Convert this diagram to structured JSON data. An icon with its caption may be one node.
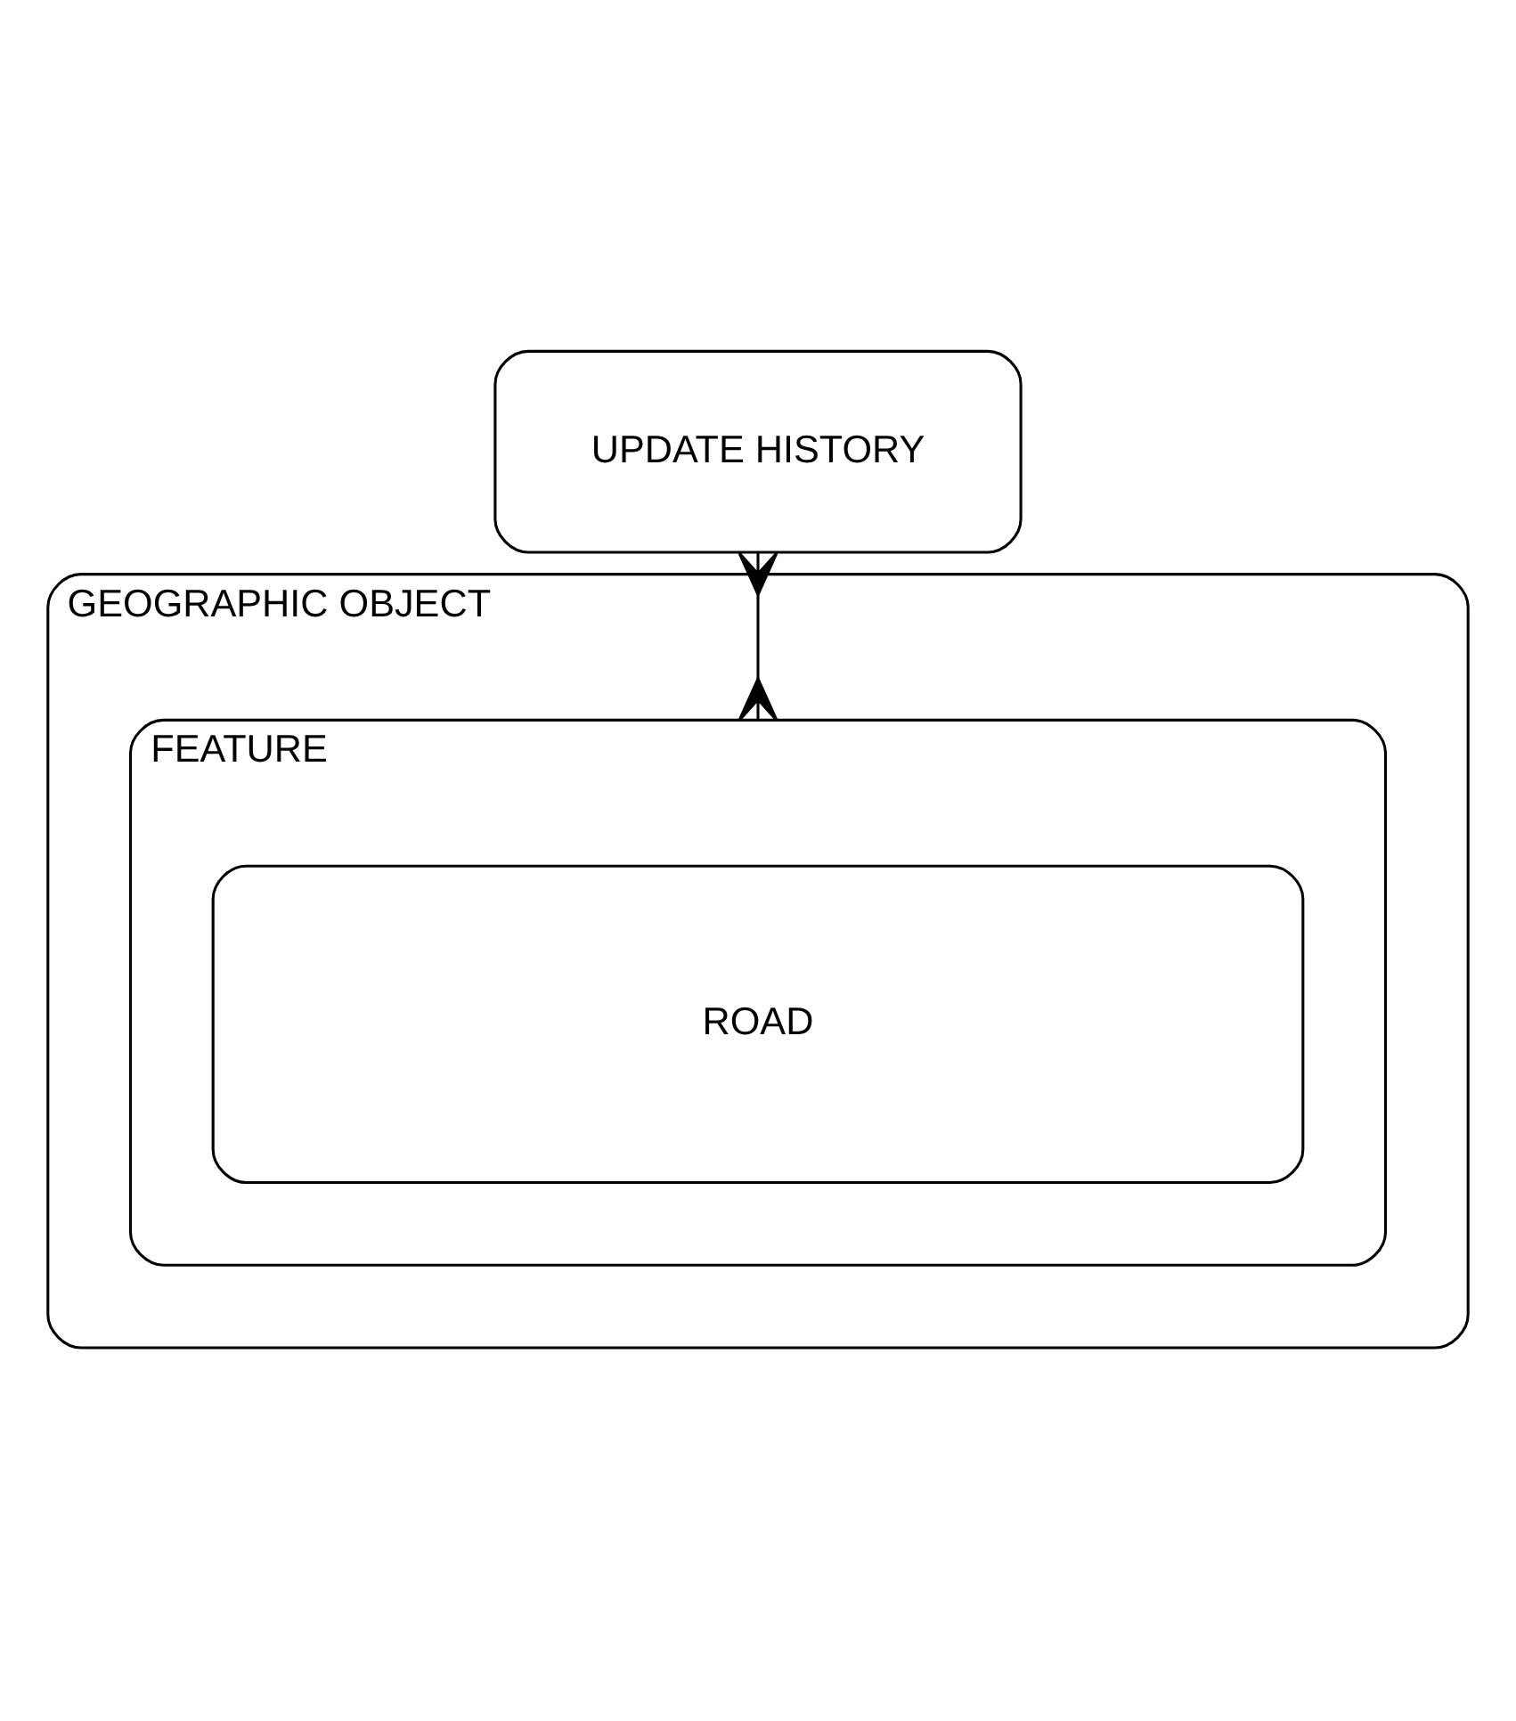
{
  "diagram": {
    "nodes": [
      {
        "text": [
          "UPDATE HISTORY"
        ]
      },
      {
        "text": [
          "GEOGRAPHIC OBJECT"
        ]
      },
      {
        "text": [
          "FEATURE"
        ],
        "in": 1
      },
      {
        "text": [
          "ROAD"
        ],
        "in": 2
      }
    ],
    "edges": [
      {
        "from": 0,
        "to": 2,
        "arrow": "other"
      }
    ]
  }
}
